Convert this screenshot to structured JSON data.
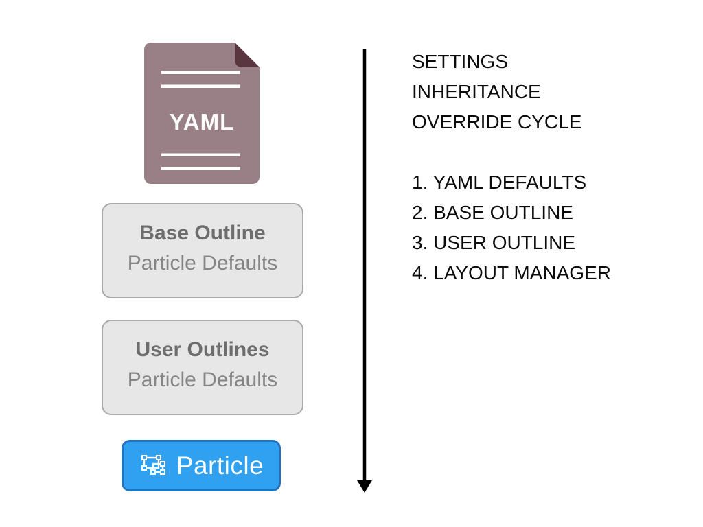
{
  "doc": {
    "label": "YAML"
  },
  "boxes": [
    {
      "title": "Base Outline",
      "subtitle": "Particle Defaults"
    },
    {
      "title": "User Outlines",
      "subtitle": "Particle Defaults"
    }
  ],
  "button": {
    "label": "Particle",
    "icon": "transform-selection-icon"
  },
  "legend": {
    "title_lines": [
      "SETTINGS",
      "INHERITANCE",
      "OVERRIDE CYCLE"
    ],
    "steps": [
      "1. YAML DEFAULTS",
      "2. BASE OUTLINE",
      "3. USER OUTLINE",
      "4. LAYOUT MANAGER"
    ]
  },
  "colors": {
    "doc_body": "#998086",
    "doc_fold": "#5a373e",
    "doc_text": "#ffffff",
    "box_bg": "#e7e7e7",
    "box_border": "#aaaaaa",
    "box_title": "#6d6d6d",
    "box_subtitle": "#858585",
    "button_bg": "#30a0f1",
    "button_border": "#2272c2",
    "button_text": "#ffffff",
    "arrow": "#000000",
    "legend_text": "#0b0b0b",
    "background": "#ffffff"
  }
}
